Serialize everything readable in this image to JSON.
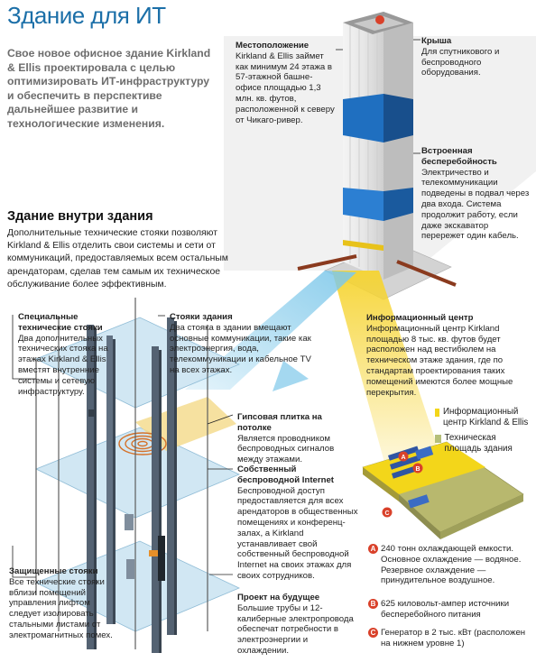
{
  "title": "Здание для ИТ",
  "intro": "Свое новое офисное здание Kirkland & Ellis проектировала с целью оптимизировать ИТ-инфраструктуру и обеспечить в перспективе дальнейшее развитие и технологические изменения.",
  "section": {
    "heading": "Здание внутри здания",
    "text": "Дополнительные технические стояки позволяют Kirkland & Ellis отделить свои системы и сети от коммуникаций, предоставляемых всем остальным арендаторам, сделав тем самым их техническое обслуживание более эффективным."
  },
  "labels": {
    "location": {
      "title": "Местоположение",
      "text": "Kirkland & Ellis займет как минимум 24 этажа в 57-этажной башне-офисе площадью 1,3 млн. кв. футов, расположенной к северу от Чикаго-ривер."
    },
    "roof": {
      "title": "Крыша",
      "text": "Для спутникового и беспроводного оборудования."
    },
    "redundancy": {
      "title": "Встроенная бесперебойность",
      "text": "Электричество и телекоммуникации подведены в подвал через два входа. Система продолжит работу, если даже экскаватор перережет один кабель."
    },
    "datacenter": {
      "title": "Информационный центр",
      "text": "Информационный центр Kirkland площадью 8 тыс. кв. футов будет расположен над вестибюлем на техническом этаже здания, где по стандартам проектирования таких помещений имеются более мощные перекрытия."
    },
    "special_risers": {
      "title": "Специальные технические стояки",
      "text": "Два дополнительных технических стояка на этажах Kirkland & Ellis вместят внутренние системы и сетевую инфраструктуру."
    },
    "building_risers": {
      "title": "Стояки здания",
      "text": "Два стояка в здании вмещают основные коммуникации, такие как электроэнергия, вода, телекоммуникации и кабельное TV на всех этажах."
    },
    "gypsum": {
      "title": "Гипсовая плитка на потолке",
      "text": "Является проводником беспроводных сигналов между этажами."
    },
    "wireless": {
      "title": "Собственный беспроводной Internet",
      "text": "Беспроводной доступ предоставляется для всех арендаторов в общественных помещениях и конференц-залах, а Kirkland устанавливает свой собственный беспроводной Internet на своих этажах для своих сотрудников."
    },
    "protected": {
      "title": "Защищенные стояки",
      "text": "Все технические стояки вблизи помещений управления лифтом следует изолировать стальными листами от электромагнитных помех."
    },
    "future": {
      "title": "Проект на будущее",
      "text": "Большие трубы и 12-калиберные электропровода обеспечат потребности в электроэнергии и охлаждении."
    }
  },
  "legend": [
    {
      "label": "Информационный центр Kirkland & Ellis",
      "color": "#f3d61a"
    },
    {
      "label": "Техническая площадь здания",
      "color": "#b5bf7a"
    }
  ],
  "items": [
    {
      "letter": "A",
      "text": "240 тонн охлаждающей емкости. Основное охлаждение — водяное. Резервное охлаждение — принудительное воздушное."
    },
    {
      "letter": "B",
      "text": "625 киловольт-ампер источники бесперебойного питания"
    },
    {
      "letter": "C",
      "text": "Генератор в 2 тыс. кВт (расположен на нижнем уровне 1)"
    }
  ],
  "colors": {
    "accent": "#1b6fa8",
    "tower_blue": "#1f6fc0",
    "highlight": "#f3c81a",
    "marker": "#d9412a"
  }
}
